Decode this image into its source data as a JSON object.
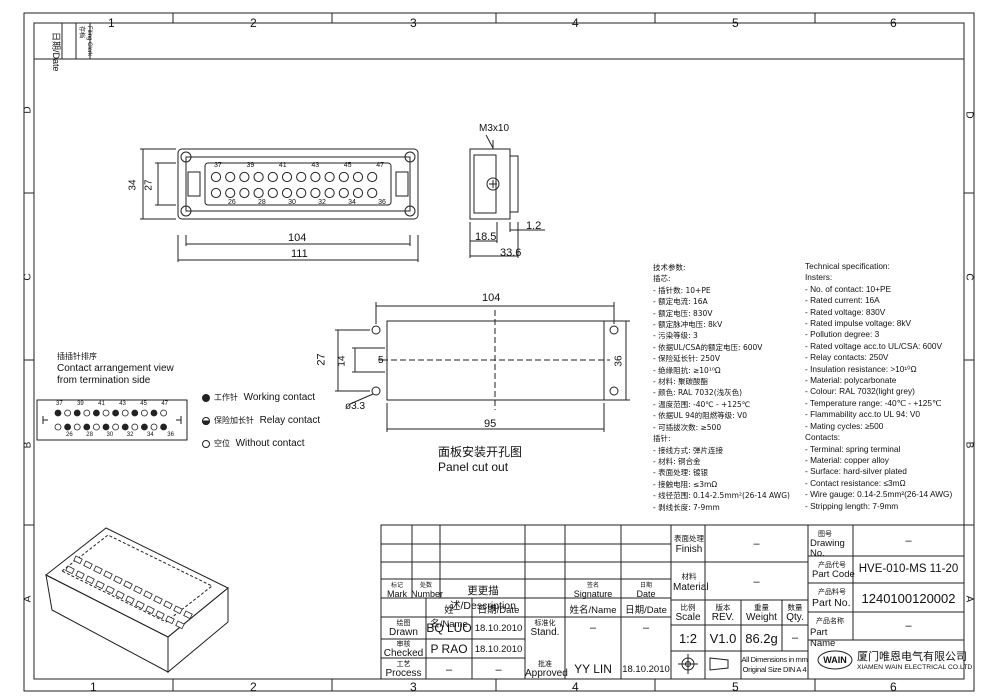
{
  "frame": {
    "col_labels": [
      "1",
      "2",
      "3",
      "4",
      "5",
      "6"
    ],
    "row_labels": [
      "D",
      "C",
      "B",
      "A"
    ]
  },
  "revision_block": {
    "date_label": "日期/Date",
    "filing_cn": "存档",
    "filing_label": "Filing Clerk"
  },
  "connector": {
    "dims": [
      "34",
      "27",
      "104",
      "111"
    ],
    "top_pins": [
      "37",
      "39",
      "41",
      "43",
      "45",
      "47"
    ],
    "bottom_pins": [
      "26",
      "28",
      "30",
      "32",
      "34",
      "36"
    ]
  },
  "side_view": {
    "screw": "M3x10",
    "dims": [
      "18.5",
      "1.2",
      "33.6"
    ]
  },
  "panel": {
    "dims": [
      "104",
      "27",
      "14",
      "5",
      "36",
      "95",
      "ø3.3"
    ],
    "caption_cn": "面板安装开孔图",
    "caption_en": "Panel cut out"
  },
  "arrangement": {
    "title_cn": "插插针排序",
    "title_en_1": "Contact arrangement view",
    "title_en_2": "from termination side",
    "top_pins": [
      "37",
      "39",
      "41",
      "43",
      "45",
      "47"
    ],
    "bottom_pins": [
      "26",
      "28",
      "30",
      "32",
      "34",
      "36"
    ],
    "legend": [
      {
        "cn": "工作针",
        "en": "Working contact"
      },
      {
        "cn": "保险加长针",
        "en": "Relay contact"
      },
      {
        "cn": "空位",
        "en": "Without contact"
      }
    ]
  },
  "spec_cn": [
    "技术参数:",
    "插芯:",
    "- 插针数: 10+PE",
    "- 额定电流: 16A",
    "- 额定电压: 830V",
    "- 额定脉冲电压: 8kV",
    "- 污染等级: 3",
    "- 依据UL/CSA的额定电压: 600V",
    "- 保险延长针: 250V",
    "- 绝缘阻抗: ≥10¹⁰Ω",
    "- 材料: 聚碳酸酯",
    "- 颜色: RAL 7032(浅灰色)",
    "- 温度范围: -40℃ - +125℃",
    "- 依据UL 94的阻燃等级: V0",
    "- 可插拔次数: ≥500",
    "插针:",
    "- 接线方式: 弹片连接",
    "- 材料: 铜合金",
    "- 表面处理: 镀银",
    "- 接触电阻: ≤3mΩ",
    "- 线径范围: 0.14-2.5mm²(26-14 AWG)",
    "- 剥线长度: 7-9mm"
  ],
  "spec_en": [
    "Technical specification:",
    "Insters:",
    "- No. of contact: 10+PE",
    "- Rated current: 16A",
    "- Rated voltage: 830V",
    "- Rated impulse voltage: 8kV",
    "- Pollution degree: 3",
    "- Rated voltage acc.to UL/CSA: 600V",
    "- Relay contacts: 250V",
    "- Insulation resistance: >10¹⁰Ω",
    "- Material: polycarbonate",
    "- Colour: RAL 7032(light grey)",
    "- Temperature range: -40℃ - +125℃",
    "- Flammability acc.to UL 94: V0",
    "- Mating cycles: ≥500",
    "Contacts:",
    "- Terminal: spring terminal",
    "- Material: copper alloy",
    "- Surface: hard-silver plated",
    "- Contact resistance: ≤3mΩ",
    "- Wire gauge: 0.14-2.5mm²(26-14 AWG)",
    "- Stripping length: 7-9mm"
  ],
  "title_block": {
    "mark_cn": "标记",
    "mark": "Mark",
    "number_cn": "处数",
    "number": "Number",
    "description": "更更描述/Description",
    "signature_cn": "签名",
    "signature": "Signature",
    "date_cn": "日期",
    "date": "Date",
    "name_hdr": "姓名/Name",
    "date_hdr": "日期/Date",
    "name_hdr2": "姓名/Name",
    "date_hdr2": "日期/Date",
    "drawn_cn": "绘图",
    "drawn": "Drawn",
    "drawn_name": "BQ LUO",
    "drawn_date": "18.10.2010",
    "checked_cn": "审核",
    "checked": "Checked",
    "checked_name": "P RAO",
    "checked_date": "18.10.2010",
    "process_cn": "工艺",
    "process": "Process",
    "process_name": "–",
    "process_date": "–",
    "stand_cn": "标准化",
    "stand": "Stand.",
    "stand_name": "–",
    "stand_date": "–",
    "approved_cn": "批准",
    "approved": "Approved",
    "approved_name": "YY LIN",
    "approved_date": "18.10.2010",
    "finish_cn": "表面处理",
    "finish": "Finish",
    "finish_val": "–",
    "material_cn": "材料",
    "material": "Material",
    "material_val": "–",
    "scale_cn": "比例",
    "scale": "Scale",
    "scale_val": "1:2",
    "rev_cn": "版本",
    "rev": "REV.",
    "rev_val": "V1.0",
    "weight_cn": "重量",
    "weight": "Weight",
    "weight_val": "86.2g",
    "qty_cn": "数量",
    "qty": "Qty.",
    "qty_val": "–",
    "dims_note_1": "All Dimensions in mm",
    "dims_note_2": "Original Size DIN A 4",
    "drawing_no_cn": "图号",
    "drawing_no": "Drawing No.",
    "drawing_no_val": "–",
    "part_code_cn": "产品代号",
    "part_code": "Part Code",
    "part_code_val": "HVE-010-MS 11-20",
    "part_no_cn": "产品料号",
    "part_no": "Part No.",
    "part_no_val": "1240100120002",
    "part_name_cn": "产品名称",
    "part_name": "Part Name",
    "part_name_val": "–",
    "logo": "WAIN",
    "company_cn": "厦门唯恩电气有限公司",
    "company_en": "XIAMEN WAIN ELECTRICAL CO.LTD"
  }
}
